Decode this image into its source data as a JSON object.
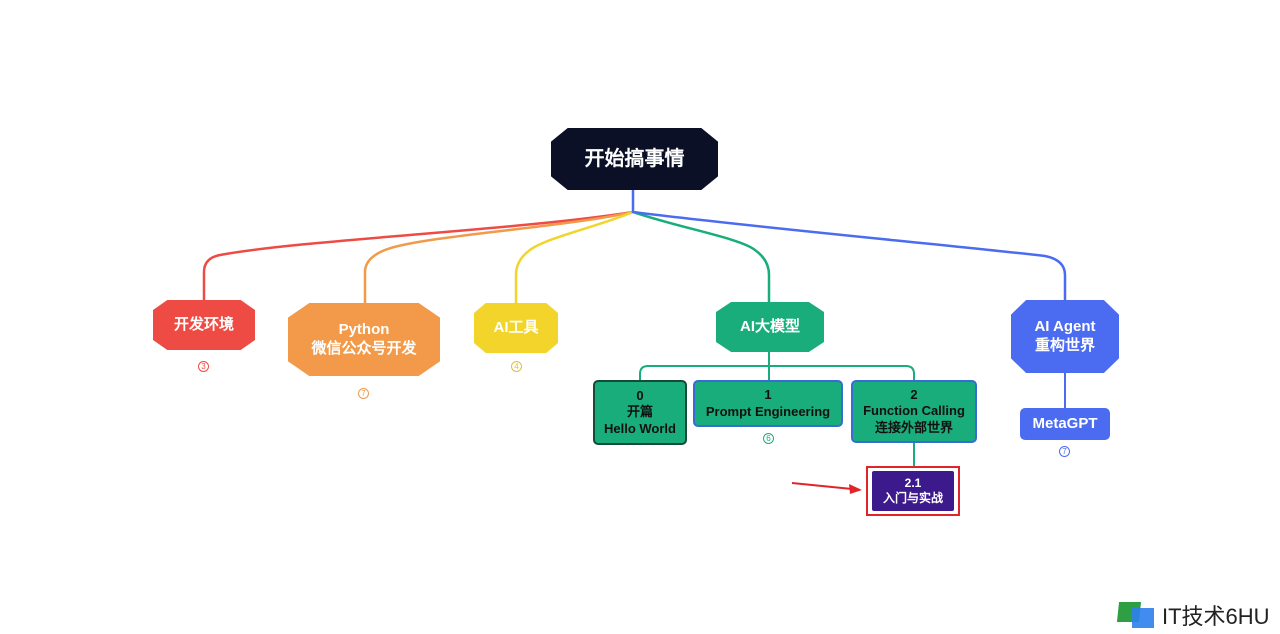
{
  "root": {
    "label": "开始搞事情"
  },
  "branches": [
    {
      "id": "dev",
      "label": "开发环境",
      "count": "3",
      "color": "#ee4b45"
    },
    {
      "id": "python",
      "label_line1": "Python",
      "label_line2": "微信公众号开发",
      "count": "7",
      "color": "#f29a4a"
    },
    {
      "id": "aitools",
      "label": "AI工具",
      "count": "4",
      "color": "#f2d42b"
    },
    {
      "id": "llm",
      "label": "AI大模型",
      "color": "#19ad7c"
    },
    {
      "id": "agent",
      "label_line1": "AI Agent",
      "label_line2": "重构世界",
      "color": "#4b6cf0"
    }
  ],
  "llm_children": [
    {
      "num": "0",
      "line1": "开篇",
      "line2": "Hello World"
    },
    {
      "num": "1",
      "line1": "Prompt Engineering",
      "count": "6"
    },
    {
      "num": "2",
      "line1": "Function Calling",
      "line2": "连接外部世界"
    }
  ],
  "function_calling_child": {
    "num": "2.1",
    "label": "入门与实战"
  },
  "agent_child": {
    "label": "MetaGPT",
    "count": "7"
  },
  "watermark": {
    "text": "IT技术6HU"
  },
  "colors": {
    "root": "#0b1027",
    "highlight_arrow": "#e0252a",
    "subnode": "#3c1a8c"
  }
}
